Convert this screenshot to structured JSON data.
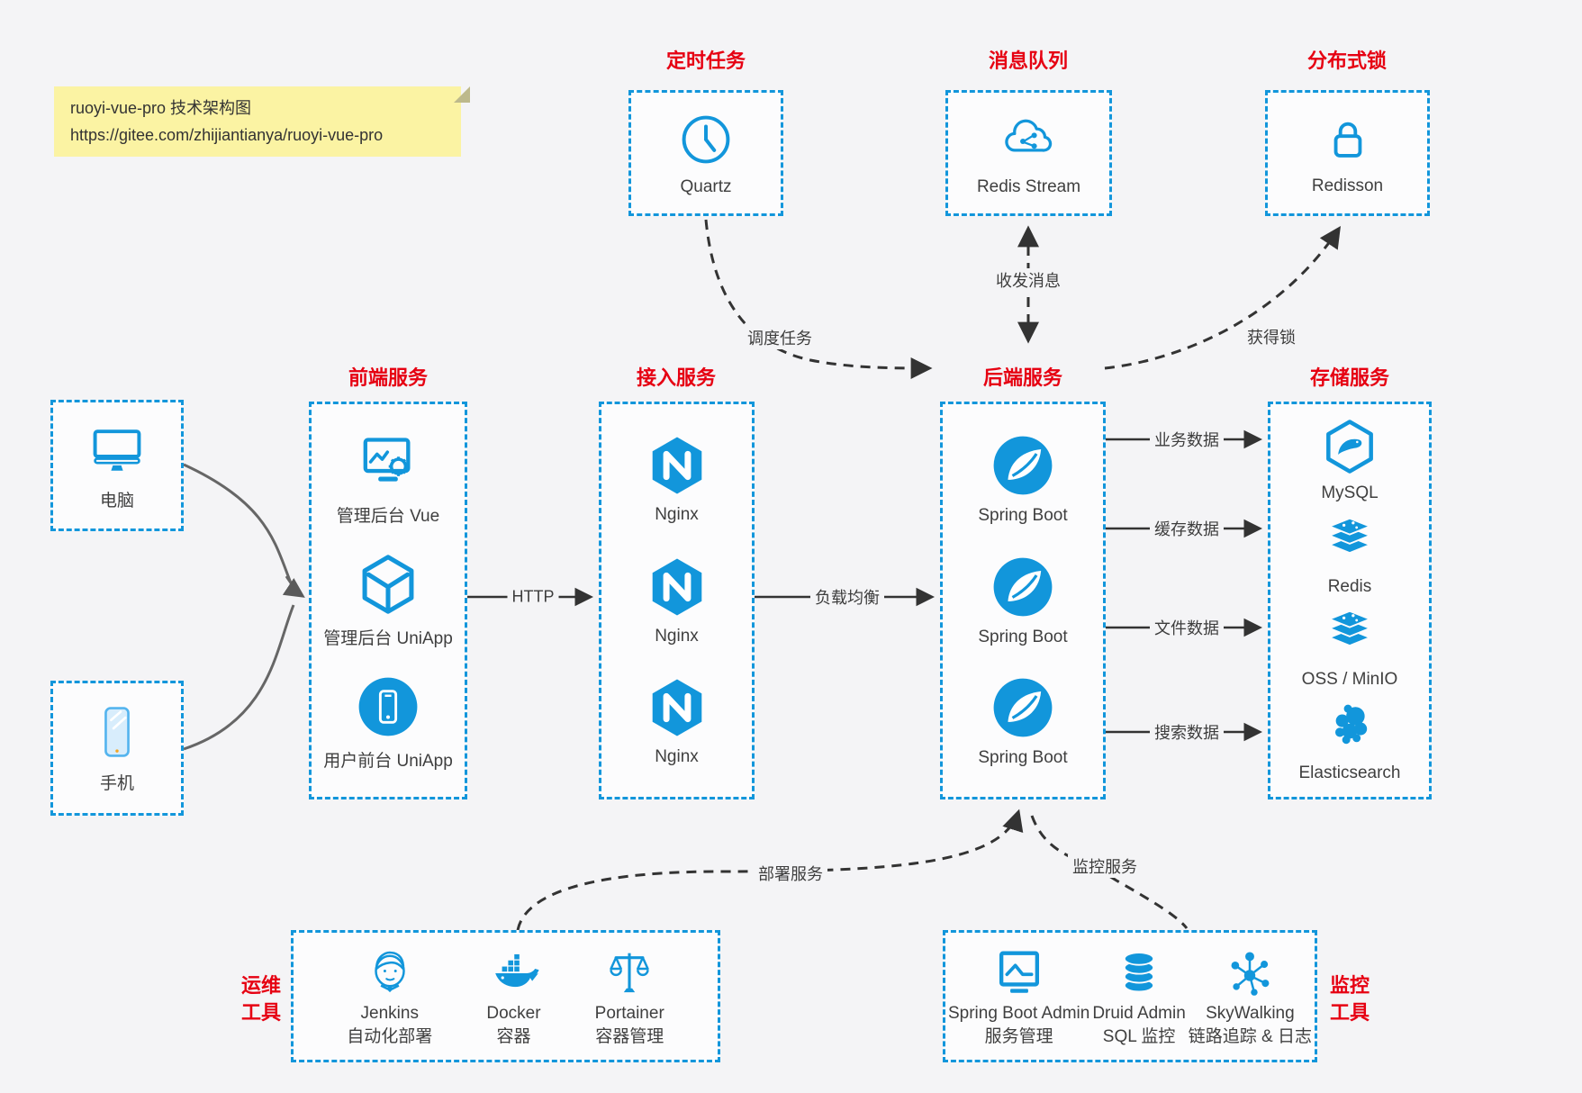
{
  "note": {
    "line1": "ruoyi-vue-pro 技术架构图",
    "line2": "https://gitee.com/zhijiantianya/ruoyi-vue-pro"
  },
  "top_services": [
    {
      "title": "定时任务",
      "item": {
        "label": "Quartz",
        "icon": "clock-icon"
      }
    },
    {
      "title": "消息队列",
      "item": {
        "label": "Redis Stream",
        "icon": "cloud-stream-icon"
      }
    },
    {
      "title": "分布式锁",
      "item": {
        "label": "Redisson",
        "icon": "lock-icon"
      }
    }
  ],
  "clients": [
    {
      "label": "电脑",
      "icon": "desktop-icon"
    },
    {
      "label": "手机",
      "icon": "smartphone-icon"
    }
  ],
  "columns": {
    "frontend": {
      "title": "前端服务",
      "items": [
        {
          "label": "管理后台 Vue",
          "icon": "admin-vue-icon"
        },
        {
          "label": "管理后台 UniApp",
          "icon": "cube-icon"
        },
        {
          "label": "用户前台 UniApp",
          "icon": "app-circle-icon"
        }
      ]
    },
    "gateway": {
      "title": "接入服务",
      "items": [
        {
          "label": "Nginx",
          "icon": "nginx-icon"
        },
        {
          "label": "Nginx",
          "icon": "nginx-icon"
        },
        {
          "label": "Nginx",
          "icon": "nginx-icon"
        }
      ]
    },
    "backend": {
      "title": "后端服务",
      "items": [
        {
          "label": "Spring Boot",
          "icon": "spring-icon"
        },
        {
          "label": "Spring Boot",
          "icon": "spring-icon"
        },
        {
          "label": "Spring Boot",
          "icon": "spring-icon"
        }
      ]
    },
    "storage": {
      "title": "存储服务",
      "items": [
        {
          "label": "MySQL",
          "icon": "mysql-icon"
        },
        {
          "label": "Redis",
          "icon": "redis-stack-icon"
        },
        {
          "label": "OSS / MinIO",
          "icon": "layers-stack-icon"
        },
        {
          "label": "Elasticsearch",
          "icon": "elasticsearch-icon"
        }
      ]
    }
  },
  "bottom_groups": {
    "ops": {
      "side_title_line1": "运维",
      "side_title_line2": "工具",
      "items": [
        {
          "name": "Jenkins",
          "desc": "自动化部署",
          "icon": "jenkins-icon"
        },
        {
          "name": "Docker",
          "desc": "容器",
          "icon": "docker-whale-icon"
        },
        {
          "name": "Portainer",
          "desc": "容器管理",
          "icon": "scales-icon"
        }
      ]
    },
    "monitor": {
      "side_title_line1": "监控",
      "side_title_line2": "工具",
      "items": [
        {
          "name": "Spring Boot Admin",
          "desc": "服务管理",
          "icon": "monitor-chart-icon"
        },
        {
          "name": "Druid Admin",
          "desc": "SQL 监控",
          "icon": "database-icon"
        },
        {
          "name": "SkyWalking",
          "desc": "链路追踪 & 日志",
          "icon": "topology-icon"
        }
      ]
    }
  },
  "connections": {
    "http": "HTTP",
    "load_balance": "负载均衡",
    "business_data": "业务数据",
    "cache_data": "缓存数据",
    "file_data": "文件数据",
    "search_data": "搜索数据",
    "schedule_task": "调度任务",
    "send_receive_msg": "收发消息",
    "acquire_lock": "获得锁",
    "deploy_service": "部署服务",
    "monitor_service": "监控服务"
  },
  "colors": {
    "accent_blue": "#1296db",
    "title_red": "#e60012",
    "canvas_bg": "#f4f4f6",
    "note_bg": "#fbf3a3",
    "line_gray": "#666666",
    "line_dark": "#333333"
  }
}
